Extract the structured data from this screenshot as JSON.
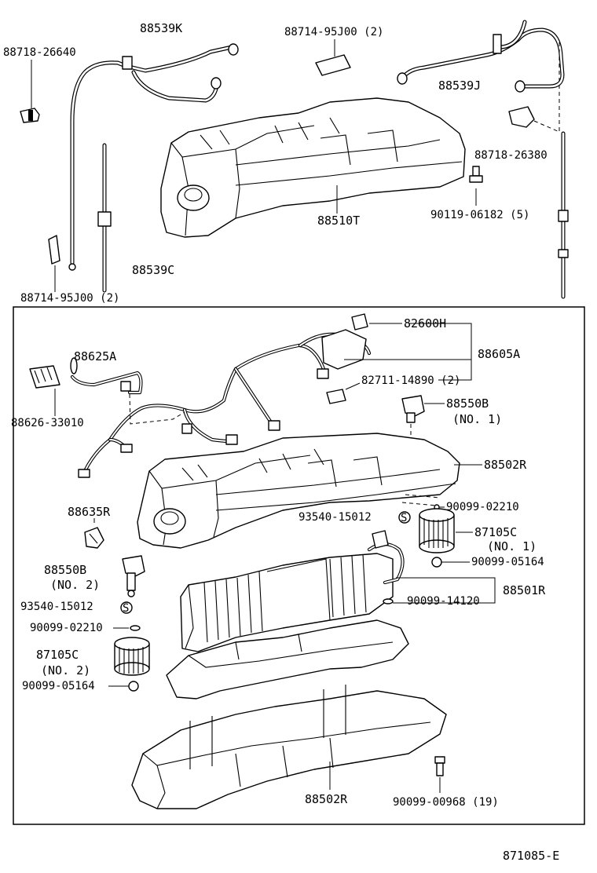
{
  "labels": {
    "top": {
      "p88539K": "88539K",
      "p88714_a": "88714-95J00 (2)",
      "p88718_26640": "88718-26640",
      "p88539J": "88539J",
      "p88718_26380": "88718-26380",
      "p90119": "90119-06182 (5)",
      "p88510T": "88510T",
      "p88539C": "88539C",
      "p88714_b": "88714-95J00 (2)"
    },
    "box": {
      "p82600H": "82600H",
      "p88605A": "88605A",
      "p88625A": "88625A",
      "p88626": "88626-33010",
      "p82711": "82711-14890 (2)",
      "p88550B_1": "88550B",
      "no1_a": "(NO. 1)",
      "p88502R_a": "88502R",
      "p90099_02210_a": "90099-02210",
      "p93540_a": "93540-15012",
      "p88635R": "88635R",
      "p87105C_1": "87105C",
      "no1_b": "(NO. 1)",
      "p88550B_2": "88550B",
      "no2_a": "(NO. 2)",
      "p90099_05164_a": "90099-05164",
      "p88501R": "88501R",
      "p93540_b": "93540-15012",
      "p90099_14120": "90099-14120",
      "p90099_02210_b": "90099-02210",
      "p87105C_2": "87105C",
      "no2_b": "(NO. 2)",
      "p90099_05164_b": "90099-05164",
      "p88502R_b": "88502R",
      "p90099_00968": "90099-00968 (19)",
      "s_mark": "S"
    },
    "figure_code": "871085-E"
  }
}
